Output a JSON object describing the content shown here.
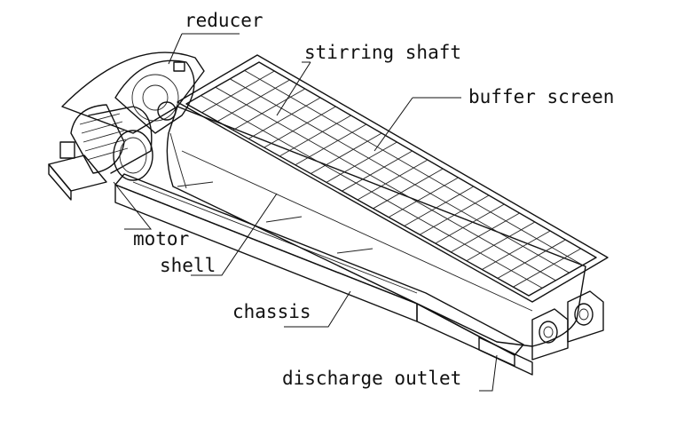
{
  "diagram": {
    "labels": {
      "reducer": "reducer",
      "stirring_shaft": "stirring shaft",
      "buffer_screen": "buffer screen",
      "motor": "motor",
      "shell": "shell",
      "chassis": "chassis",
      "discharge_outlet": "discharge outlet"
    }
  }
}
